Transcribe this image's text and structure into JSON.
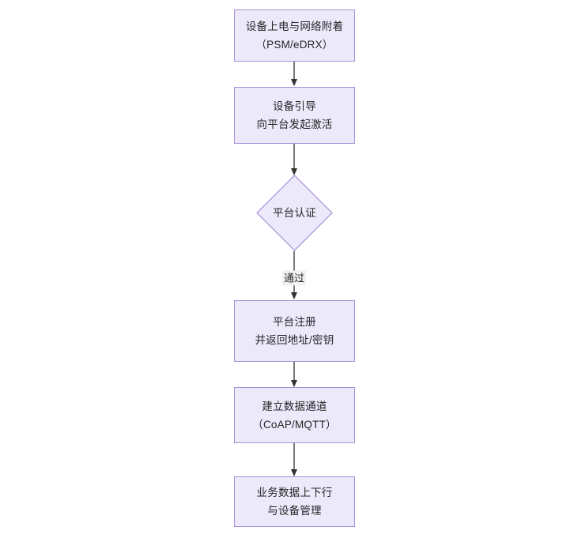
{
  "diagram": {
    "type": "flowchart",
    "orientation": "top-to-bottom",
    "background_color": "#ffffff",
    "node_fill_color": "#ece9fb",
    "node_border_color": "#a88fd8",
    "node_text_color": "#262626",
    "edge_color": "#333333",
    "edge_label_background": "#f2f2f2",
    "nodes": [
      {
        "id": "n1",
        "shape": "rectangle",
        "line1": "设备上电与网络附着",
        "line2": "（PSM/eDRX）",
        "text": "设备上电与网络附着\n（PSM/eDRX）"
      },
      {
        "id": "n2",
        "shape": "rectangle",
        "line1": "设备引导",
        "line2": "向平台发起激活",
        "text": "设备引导\n向平台发起激活"
      },
      {
        "id": "n3",
        "shape": "diamond",
        "line1": "平台认证",
        "line2": "",
        "text": "平台认证"
      },
      {
        "id": "n4",
        "shape": "rectangle",
        "line1": "平台注册",
        "line2": "并返回地址/密钥",
        "text": "平台注册\n并返回地址/密钥"
      },
      {
        "id": "n5",
        "shape": "rectangle",
        "line1": "建立数据通道",
        "line2": "（CoAP/MQTT）",
        "text": "建立数据通道\n（CoAP/MQTT）"
      },
      {
        "id": "n6",
        "shape": "rectangle",
        "line1": "业务数据上下行",
        "line2": "与设备管理",
        "text": "业务数据上下行\n与设备管理"
      }
    ],
    "edges": [
      {
        "id": "e1",
        "from": "n1",
        "to": "n2",
        "label": ""
      },
      {
        "id": "e2",
        "from": "n2",
        "to": "n3",
        "label": ""
      },
      {
        "id": "e3",
        "from": "n3",
        "to": "n4",
        "label": "通过"
      },
      {
        "id": "e4",
        "from": "n4",
        "to": "n5",
        "label": ""
      },
      {
        "id": "e5",
        "from": "n5",
        "to": "n6",
        "label": ""
      }
    ]
  }
}
